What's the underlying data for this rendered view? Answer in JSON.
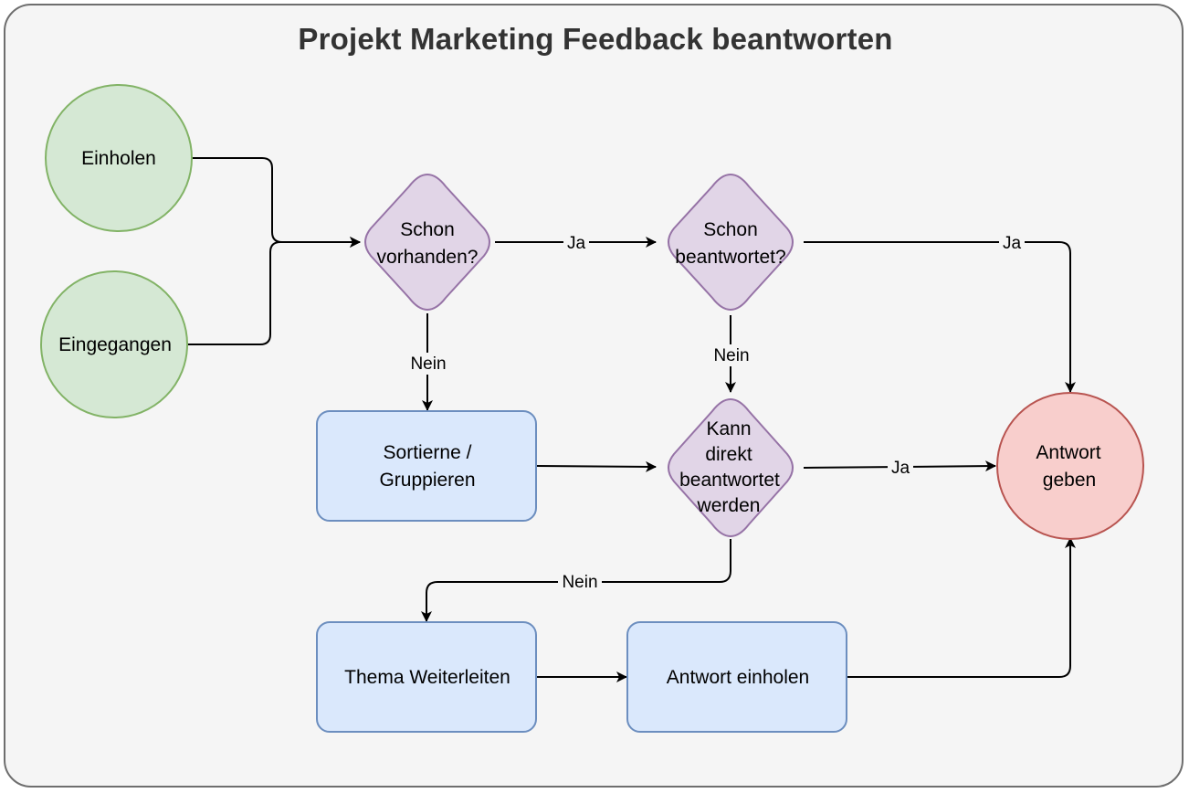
{
  "title": "Projekt Marketing Feedback beantworten",
  "nodes": {
    "einholen": "Einholen",
    "eingegangen": "Eingegangen",
    "schon_vorhanden": [
      "Schon",
      "vorhanden?"
    ],
    "schon_beantwortet": [
      "Schon",
      "beantwortet?"
    ],
    "sortieren": [
      "Sortierne /",
      "Gruppieren"
    ],
    "kann_direkt": [
      "Kann",
      "direkt",
      "beantwortet",
      "werden"
    ],
    "antwort_geben": [
      "Antwort",
      "geben"
    ],
    "thema_weiterleiten": "Thema Weiterleiten",
    "antwort_einholen": "Antwort einholen"
  },
  "edge_labels": {
    "vorhanden_ja": "Ja",
    "beantwortet_ja": "Ja",
    "vorhanden_nein": "Nein",
    "beantwortet_nein": "Nein",
    "direkt_ja": "Ja",
    "direkt_nein": "Nein"
  },
  "colors": {
    "green_fill": "#d5e8d4",
    "green_stroke": "#82b366",
    "purple_fill": "#e1d5e7",
    "purple_stroke": "#9673a6",
    "blue_fill": "#dae8fc",
    "blue_stroke": "#6c8ebf",
    "red_fill": "#f8cecc",
    "red_stroke": "#b85450",
    "background": "#f5f5f5",
    "border": "#6e6e6e"
  }
}
